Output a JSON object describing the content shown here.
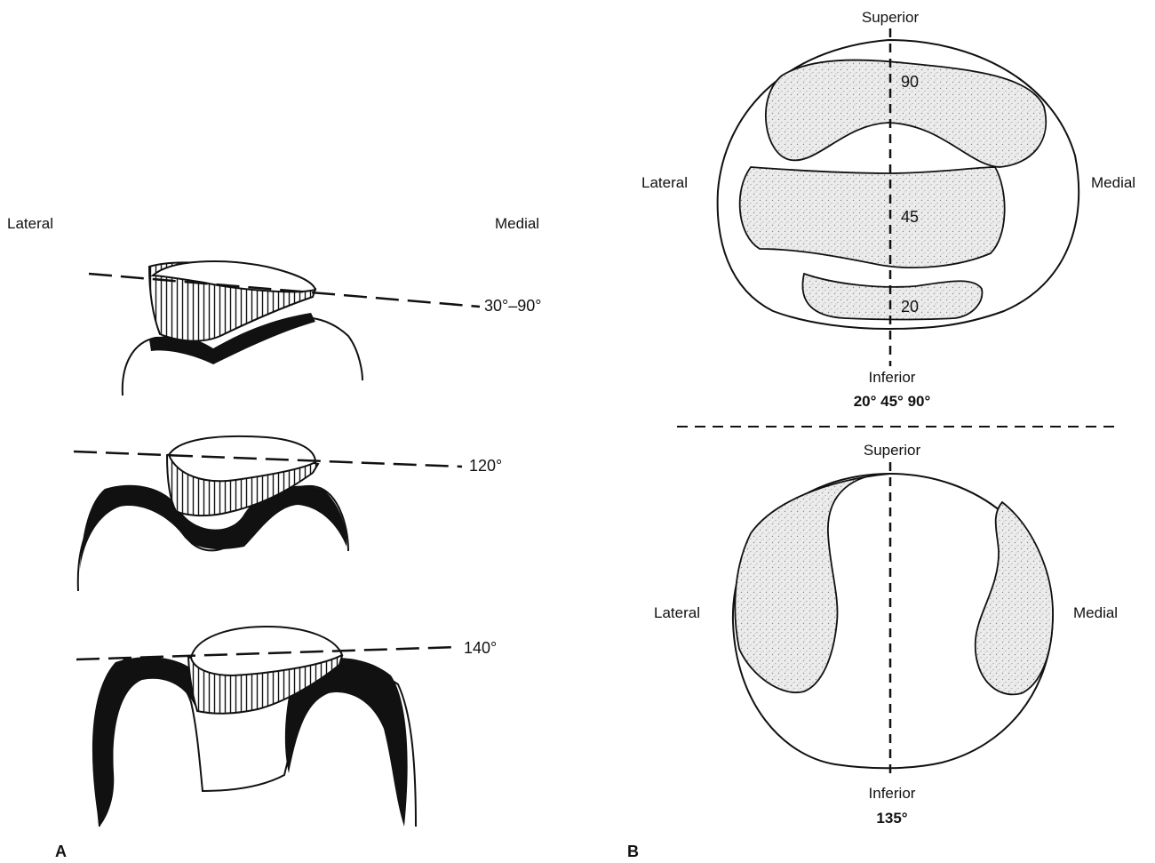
{
  "panel_a": {
    "letter": "A",
    "lateral": "Lateral",
    "medial": "Medial",
    "angles": [
      "30°–90°",
      "120°",
      "140°"
    ]
  },
  "panel_b": {
    "letter": "B",
    "top": {
      "superior": "Superior",
      "inferior": "Inferior",
      "lateral": "Lateral",
      "medial": "Medial",
      "zones": [
        "90",
        "45",
        "20"
      ],
      "angles": "20° 45° 90°"
    },
    "bottom": {
      "superior": "Superior",
      "inferior": "Inferior",
      "lateral": "Lateral",
      "medial": "Medial",
      "angle": "135°"
    }
  },
  "colors": {
    "ink": "#111111",
    "stipple": "#e6e6e6",
    "background": "#ffffff"
  }
}
